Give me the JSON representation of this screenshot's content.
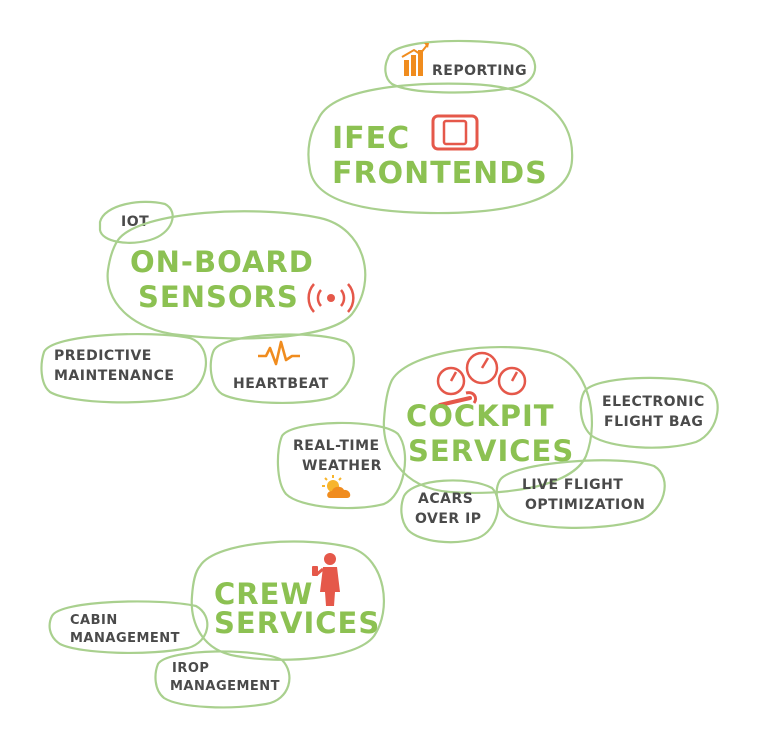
{
  "hubs": {
    "ifec": {
      "line1": "IFEC",
      "line2": "FRONTENDS"
    },
    "sensors": {
      "line1": "ON-BOARD",
      "line2": "SENSORS"
    },
    "cockpit": {
      "line1": "COCKPIT",
      "line2": "SERVICES"
    },
    "crew": {
      "line1": "CREW",
      "line2": "SERVICES"
    }
  },
  "satellites": {
    "reporting": "REPORTING",
    "iot": "IOT",
    "predictive": {
      "line1": "PREDICTIVE",
      "line2": "MAINTENANCE"
    },
    "heartbeat": "HEARTBEAT",
    "efb": {
      "line1": "ELECTRONIC",
      "line2": "FLIGHT BAG"
    },
    "weather": {
      "line1": "REAL-TIME",
      "line2": "WEATHER"
    },
    "acars": {
      "line1": "ACARS",
      "line2": "OVER IP"
    },
    "live": {
      "line1": "LIVE FLIGHT",
      "line2": "OPTIMIZATION"
    },
    "cabin": {
      "line1": "CABIN",
      "line2": "MANAGEMENT"
    },
    "irop": {
      "line1": "IROP",
      "line2": "MANAGEMENT"
    }
  },
  "colors": {
    "outline_green": "#a9d08e",
    "hub_text_green": "#8cc152",
    "label_gray": "#4a4a4a",
    "icon_red": "#e5584a",
    "icon_orange": "#f08c1e",
    "sun_yellow": "#f7b52c"
  },
  "icons": [
    "bar-chart-icon",
    "tablet-icon",
    "signal-icon",
    "pulse-icon",
    "gauges-wrench-icon",
    "weather-icon",
    "person-phone-icon"
  ]
}
